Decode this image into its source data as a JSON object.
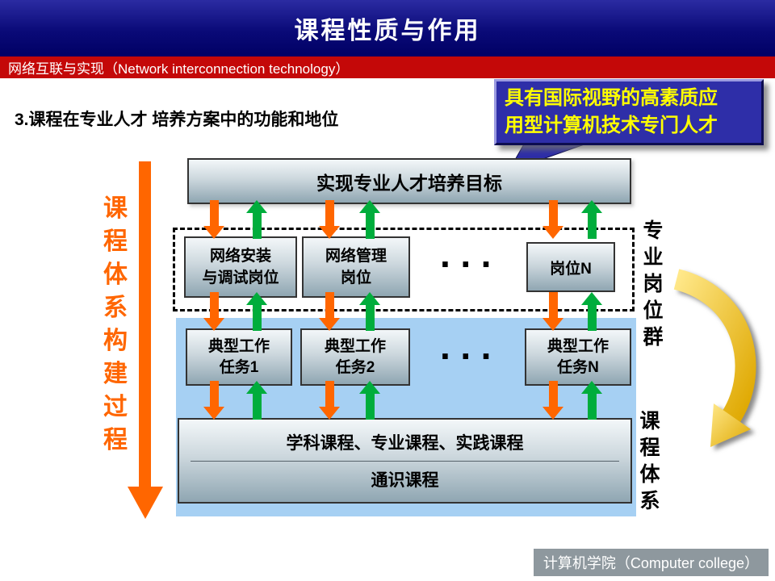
{
  "header": {
    "title": "课程性质与作用"
  },
  "subheader": {
    "text": "网络互联与实现（Network  interconnection  technology）"
  },
  "section_heading": "3.课程在专业人才 培养方案中的功能和地位",
  "callout": {
    "text": "具有国际视野的高素质应\n用型计算机技术专门人才"
  },
  "left_label": "课程体系构建过程",
  "diagram": {
    "goal": "实现专业人才培养目标",
    "posts": [
      "网络安装\n与调试岗位",
      "网络管理\n岗位",
      "岗位N"
    ],
    "post_dots": "···",
    "tasks": [
      "典型工作\n任务1",
      "典型工作\n任务2",
      "典型工作\n任务N"
    ],
    "task_dots": "···",
    "courses": {
      "row1": "学科课程、专业课程、实践课程",
      "row2": "通识课程"
    }
  },
  "labels": {
    "post_group": "专业岗位群",
    "course_system": "课程体系"
  },
  "footer": {
    "text": "计算机学院（Computer college）"
  },
  "icons": {
    "down_arrow": "orange-down-arrow",
    "up_arrow": "green-up-arrow",
    "process_arrow": "orange-long-down-arrow",
    "curve_arrow": "gold-curved-arrow",
    "callout_pointer": "blue-callout-pointer"
  },
  "colors": {
    "header_navy": "#0a0a78",
    "bar_red": "#c40808",
    "arrow_orange": "#ff6600",
    "arrow_green": "#00ad3c",
    "curve_gold": "#f0c000",
    "callout_bg": "#2e2ea8",
    "callout_text": "#ffff00",
    "panel_blue": "#a6d0f3",
    "footer_gray": "#8e989e"
  }
}
